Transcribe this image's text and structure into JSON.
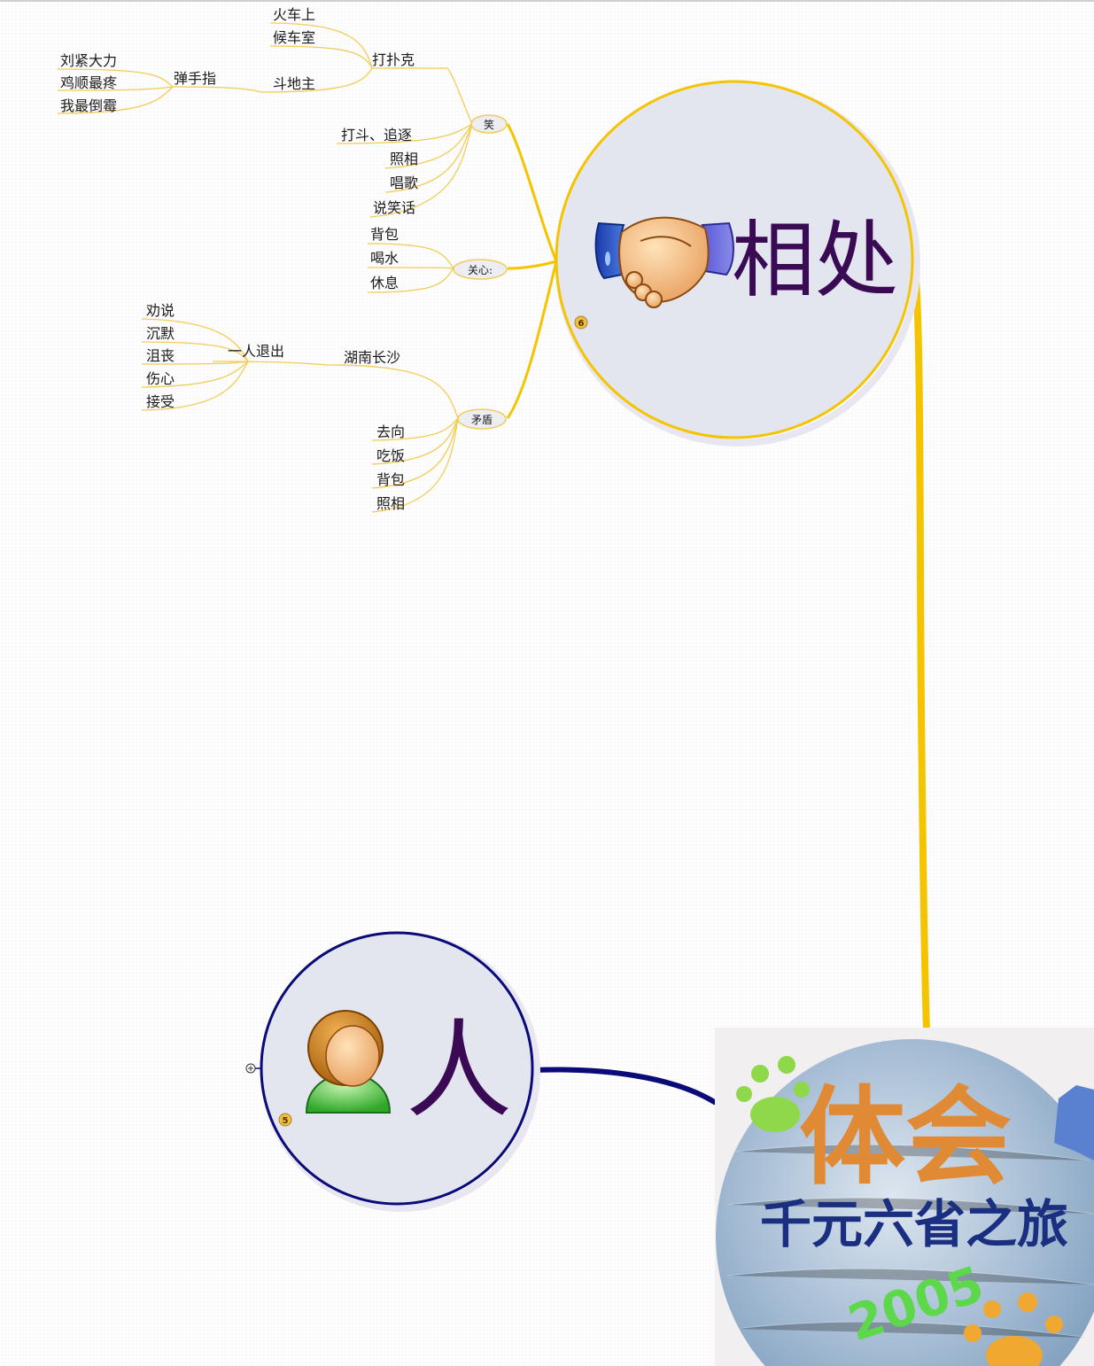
{
  "map": {
    "main_topics": {
      "xiangchu": {
        "label": "相处",
        "badge": "6"
      },
      "ren": {
        "label": "人",
        "badge": "5"
      }
    },
    "subtopics": {
      "xiao": "笑",
      "guanxin": "关心:",
      "maodun": "矛盾"
    },
    "nodes": {
      "huochedshang": "火车上",
      "houcheshi": "候车室",
      "dapuke": "打扑克",
      "liujindali": "刘紧大力",
      "jishunzuiteng": "鸡顺最疼",
      "wozuidaomei": "我最倒霉",
      "tanshouzhi": "弹手指",
      "doudizhu": "斗地主",
      "dadou": "打斗、追逐",
      "zhaoxiang1": "照相",
      "changge": "唱歌",
      "shuoxiaohua": "说笑话",
      "beibao1": "背包",
      "heshui": "喝水",
      "xiuxi": "休息",
      "quanshuo": "劝说",
      "chenmo": "沉默",
      "jusang": "沮丧",
      "shangxin": "伤心",
      "jieshou": "接受",
      "yirentuichu": "一人退出",
      "hunanchangsha": "湖南长沙",
      "quxiang": "去向",
      "chifan": "吃饭",
      "beibao2": "背包",
      "zhaoxiang2": "照相"
    },
    "central": {
      "title": "体会",
      "subtitle": "千元六省之旅",
      "year": "2005"
    }
  },
  "colors": {
    "yellow_branch": "#f5c400",
    "navy_branch": "#0a0a78",
    "node_fill": "#e3e6ef",
    "topic_text": "#3a0a55",
    "title_orange": "#e08a35",
    "subtitle_navy": "#1a2f80",
    "year_green": "#5cd84a"
  },
  "icons": {
    "xiangchu": "handshake-icon",
    "ren": "person-icon",
    "expand": "expand-plus-icon",
    "paw": "paw-print-icon"
  }
}
